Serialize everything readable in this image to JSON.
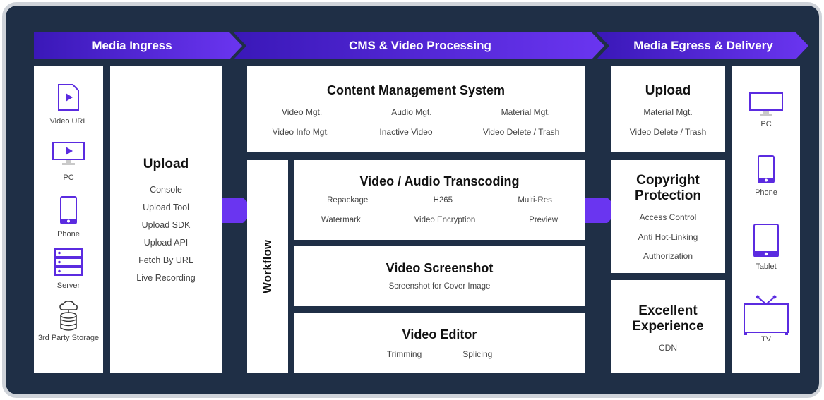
{
  "colors": {
    "accent": "#5b2be0",
    "accent_dark": "#3a18b8",
    "panel": "#1f2f46",
    "frame": "#cfd3d9",
    "box": "#ffffff"
  },
  "banners": {
    "ingress": "Media Ingress",
    "processing": "CMS & Video Processing",
    "egress": "Media Egress & Delivery"
  },
  "sources": [
    {
      "icon": "video-file-icon",
      "label": "Video URL"
    },
    {
      "icon": "pc-monitor-icon",
      "label": "PC"
    },
    {
      "icon": "phone-icon",
      "label": "Phone"
    },
    {
      "icon": "server-icon",
      "label": "Server"
    },
    {
      "icon": "cloud-storage-icon",
      "label": "3rd Party Storage"
    }
  ],
  "upload_in": {
    "title": "Upload",
    "items": [
      "Console",
      "Upload Tool",
      "Upload SDK",
      "Upload API",
      "Fetch By URL",
      "Live Recording"
    ]
  },
  "cms": {
    "title": "Content Management System",
    "row1": [
      "Video Mgt.",
      "Audio Mgt.",
      "Material Mgt."
    ],
    "row2": [
      "Video Info Mgt.",
      "Inactive Video",
      "Video Delete / Trash"
    ]
  },
  "workflow": "Workflow",
  "transcoding": {
    "title": "Video / Audio Transcoding",
    "row1": [
      "Repackage",
      "H265",
      "Multi-Res"
    ],
    "row2": [
      "Watermark",
      "Video Encryption",
      "Preview"
    ]
  },
  "screenshot": {
    "title": "Video Screenshot",
    "sub": "Screenshot for Cover Image"
  },
  "editor": {
    "title": "Video Editor",
    "items": [
      "Trimming",
      "Splicing"
    ]
  },
  "upload_out": {
    "title": "Upload",
    "items": [
      "Material Mgt.",
      "Video Delete / Trash"
    ]
  },
  "copyright": {
    "title_l1": "Copyright",
    "title_l2": "Protection",
    "items": [
      "Access Control",
      "Anti Hot-Linking",
      "Authorization"
    ]
  },
  "experience": {
    "title_l1": "Excellent",
    "title_l2": "Experience",
    "items": [
      "CDN"
    ]
  },
  "devices": [
    {
      "icon": "pc-monitor-icon",
      "label": "PC"
    },
    {
      "icon": "phone-icon",
      "label": "Phone"
    },
    {
      "icon": "tablet-icon",
      "label": "Tablet"
    },
    {
      "icon": "tv-icon",
      "label": "TV"
    }
  ]
}
